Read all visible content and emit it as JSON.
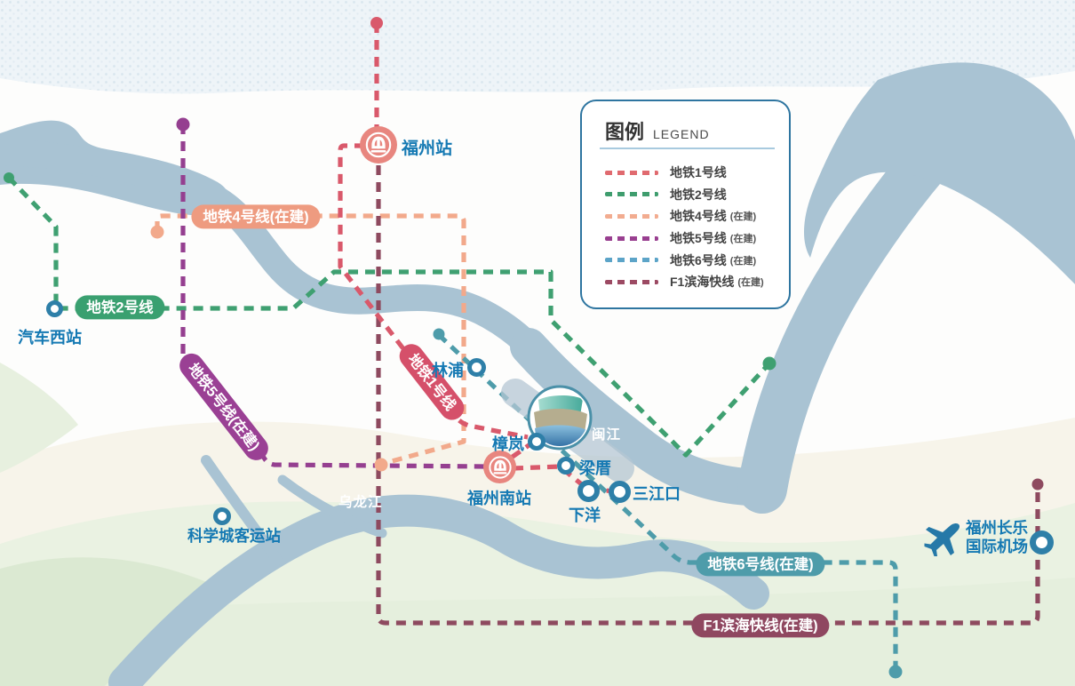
{
  "legend": {
    "title": "图例",
    "subtitle": "LEGEND",
    "items": [
      {
        "label": "地铁1号线",
        "status": "",
        "color": "#E06A6F"
      },
      {
        "label": "地铁2号线",
        "status": "",
        "color": "#3F9D6E"
      },
      {
        "label": "地铁4号线",
        "status": "(在建)",
        "color": "#F2AC90"
      },
      {
        "label": "地铁5号线",
        "status": "(在建)",
        "color": "#993F90"
      },
      {
        "label": "地铁6号线",
        "status": "(在建)",
        "color": "#5CA4C8"
      },
      {
        "label": "F1滨海快线",
        "status": "(在建)",
        "color": "#9C4A63"
      }
    ]
  },
  "line_pills": {
    "line1": "地铁1号线",
    "line2": "地铁2号线",
    "line4": "地铁4号线(在建)",
    "line5": "地铁5号线(在建)",
    "line6": "地铁6号线(在建)",
    "f1": "F1滨海快线(在建)"
  },
  "stations": {
    "fuzhou": "福州站",
    "fuzhou_south": "福州南站",
    "qiche_west": "汽车西站",
    "science_city": "科学城客运站",
    "linpu": "林浦",
    "zhanglan": "樟岚",
    "liangcuo": "梁厝",
    "xiayang": "下洋",
    "sanjiangkou": "三江口",
    "airport_line1": "福州长乐",
    "airport_line2": "国际机场"
  },
  "rivers": {
    "min": "闽江",
    "wulong": "乌龙江"
  },
  "colors": {
    "line1_red": "#D9596B",
    "line2_green": "#3FA071",
    "line4_peach": "#F2A98B",
    "line5_purple": "#953F90",
    "line6_teal": "#4E9CAA",
    "f1_maroon": "#8E4A5F",
    "station_ring_blue": "#2E7FA8",
    "station_label_blue": "#1579B3",
    "river_blue": "#A9C3D3",
    "rail_station_salmon": "#E8867F"
  }
}
